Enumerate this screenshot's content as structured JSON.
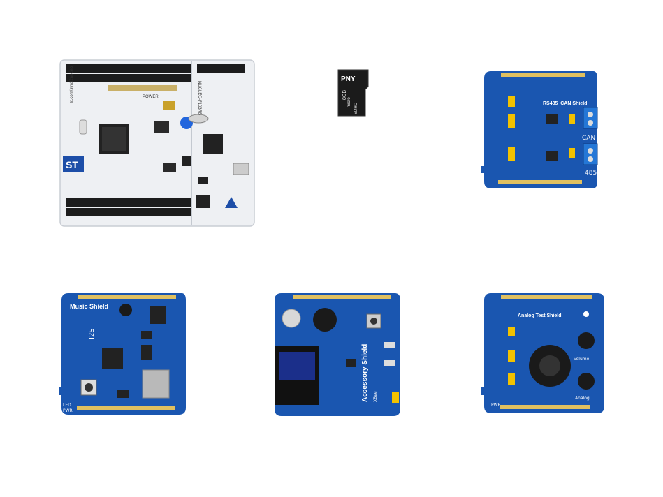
{
  "products": {
    "nucleo": {
      "board_model": "NUCLEO-F103RB",
      "logo_text": "ST",
      "url_text": "st.com/stm32nucleo",
      "power_label": "POWER",
      "color": "#eef0f3"
    },
    "sdcard": {
      "brand": "PNY",
      "capacity": "8GB",
      "type": "micro",
      "class_mark": "SDHC",
      "color": "#1b1b1b"
    },
    "rs485_can_shield": {
      "title": "RS485_CAN Shield",
      "can_label": "CAN",
      "rs485_label": "485",
      "color": "#1a56b0"
    },
    "music_shield": {
      "title": "Music Shield",
      "i2s_label": "I2S",
      "led_label": "LED",
      "pwr_label": "PWR",
      "color": "#1a56b0"
    },
    "accessory_shield": {
      "title": "Accessory Shield",
      "xbee_label": "XBee",
      "color": "#1a56b0"
    },
    "analog_test_shield": {
      "title": "Analog Test Shield",
      "volume_label": "Volume",
      "analog_label": "Analog",
      "pwr_label": "PWR",
      "color": "#1a56b0"
    }
  }
}
